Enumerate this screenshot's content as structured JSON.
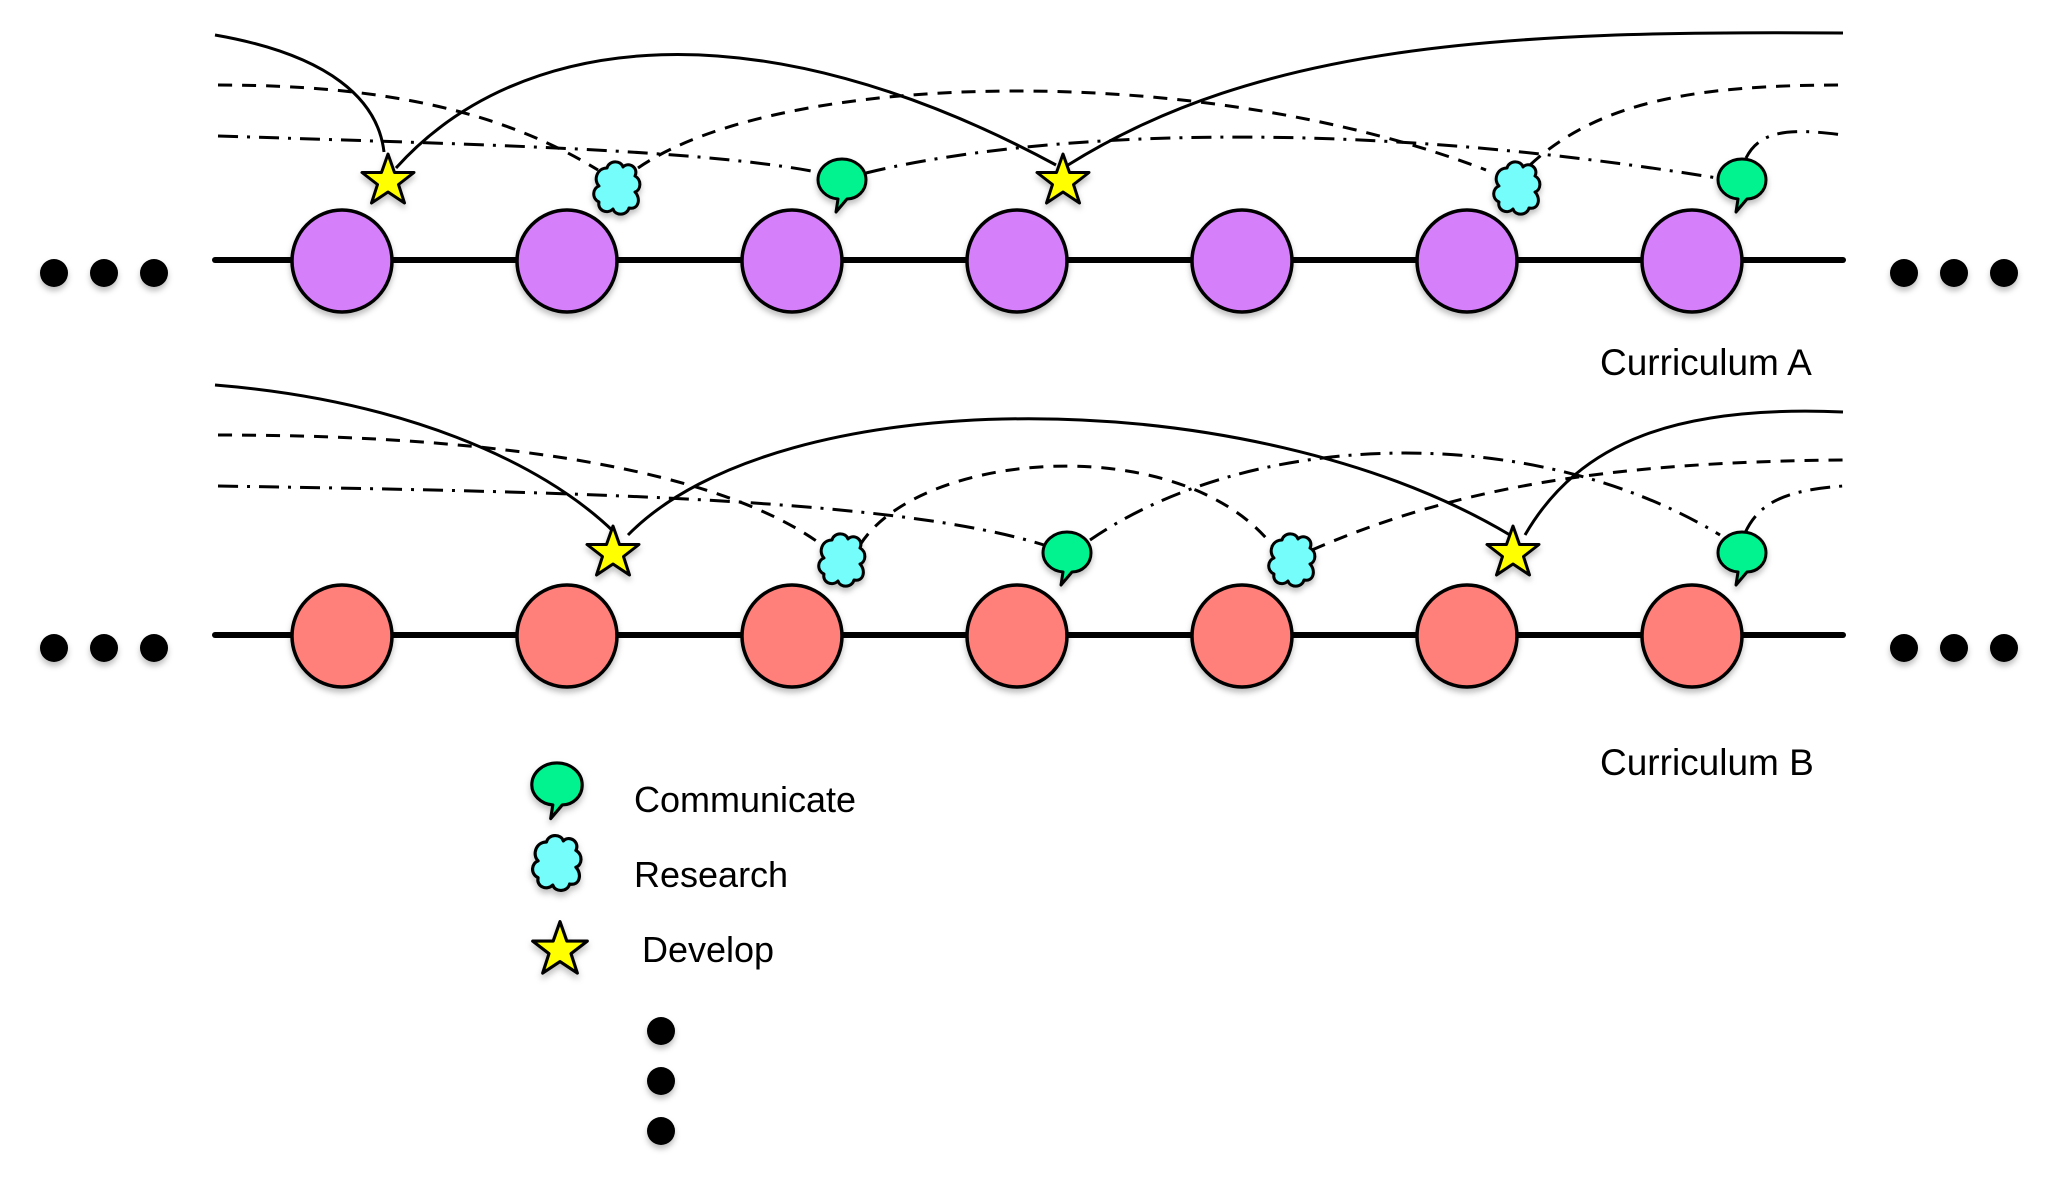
{
  "colors": {
    "curriculum_a_node": "#D580FA",
    "curriculum_b_node": "#FF7F7A",
    "communicate": "#00F38E",
    "research": "#75FDFC",
    "develop": "#FFFF00",
    "line": "#000000"
  },
  "rows": [
    {
      "id": "a",
      "label": "Curriculum A",
      "node_count": 7,
      "continues_left": true,
      "continues_right": true,
      "activities": [
        {
          "type": "develop",
          "after_node": 1
        },
        {
          "type": "research",
          "after_node": 2
        },
        {
          "type": "communicate",
          "after_node": 3
        },
        {
          "type": "develop",
          "after_node": 4
        },
        {
          "type": "research",
          "after_node": 6
        },
        {
          "type": "communicate",
          "after_node": 7
        }
      ]
    },
    {
      "id": "b",
      "label": "Curriculum B",
      "node_count": 7,
      "continues_left": true,
      "continues_right": true,
      "activities": [
        {
          "type": "develop",
          "after_node": 2
        },
        {
          "type": "research",
          "after_node": 3
        },
        {
          "type": "communicate",
          "after_node": 4
        },
        {
          "type": "research",
          "after_node": 5
        },
        {
          "type": "develop",
          "after_node": 6
        },
        {
          "type": "communicate",
          "after_node": 7
        }
      ]
    }
  ],
  "link_styles": {
    "develop": "solid",
    "research": "dashed",
    "communicate": "dash-dot"
  },
  "legend": {
    "items": [
      {
        "type": "communicate",
        "label": "Communicate",
        "icon": "speech-bubble-icon"
      },
      {
        "type": "research",
        "label": "Research",
        "icon": "cloud-icon"
      },
      {
        "type": "develop",
        "label": "Develop",
        "icon": "star-icon"
      }
    ],
    "more_indicator": "vertical-ellipsis"
  }
}
